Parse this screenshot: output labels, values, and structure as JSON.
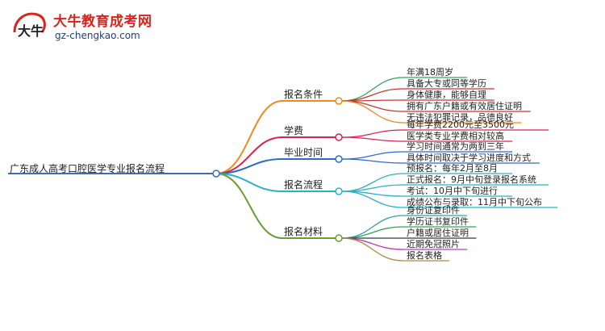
{
  "brand": {
    "name": "大牛教育成考网",
    "url": "gz-chengkao.com",
    "mark_text": "大牛"
  },
  "root": {
    "label": "广东成人高考口腔医学专业报名流程",
    "color": "#3a6fb5"
  },
  "branches": [
    {
      "label": "报名条件",
      "color": "#f08a1c",
      "items": [
        {
          "label": "年满18周岁",
          "color": "#3aa05a"
        },
        {
          "label": "具备大专或同等学历",
          "color": "#c03a2b"
        },
        {
          "label": "身体健康，能够自理",
          "color": "#c03a2b"
        },
        {
          "label": "拥有广东户籍或有效居住证明",
          "color": "#c03a2b"
        },
        {
          "label": "无违法犯罪记录，品德良好",
          "color": "#f08a1c"
        }
      ]
    },
    {
      "label": "学费",
      "color": "#d6254f",
      "items": [
        {
          "label": "每年学费2200元至3500元",
          "color": "#d6254f"
        },
        {
          "label": "医学类专业学费相对较高",
          "color": "#d6254f"
        }
      ]
    },
    {
      "label": "毕业时间",
      "color": "#2b6cc4",
      "items": [
        {
          "label": "学习时间通常为两到三年",
          "color": "#2b6cc4"
        },
        {
          "label": "具体时间取决于学习进度和方式",
          "color": "#2b6cc4"
        }
      ]
    },
    {
      "label": "报名流程",
      "color": "#2ab0c4",
      "items": [
        {
          "label": "预报名：每年2月至8月",
          "color": "#2ab0c4"
        },
        {
          "label": "正式报名：9月中旬登录报名系统",
          "color": "#2ab0c4"
        },
        {
          "label": "考试：10月中下旬进行",
          "color": "#2ab0c4"
        },
        {
          "label": "成绩公布与录取：11月中下旬公布",
          "color": "#2ab0c4"
        }
      ]
    },
    {
      "label": "报名材料",
      "color": "#6a9e2e",
      "items": [
        {
          "label": "身份证复印件",
          "color": "#2fa3a3"
        },
        {
          "label": "学历证书复印件",
          "color": "#3aa05a"
        },
        {
          "label": "户籍或居住证明",
          "color": "#2b3a4a"
        },
        {
          "label": "近期免冠照片",
          "color": "#c03abd"
        },
        {
          "label": "报名表格",
          "color": "#b08a3a"
        }
      ]
    }
  ]
}
